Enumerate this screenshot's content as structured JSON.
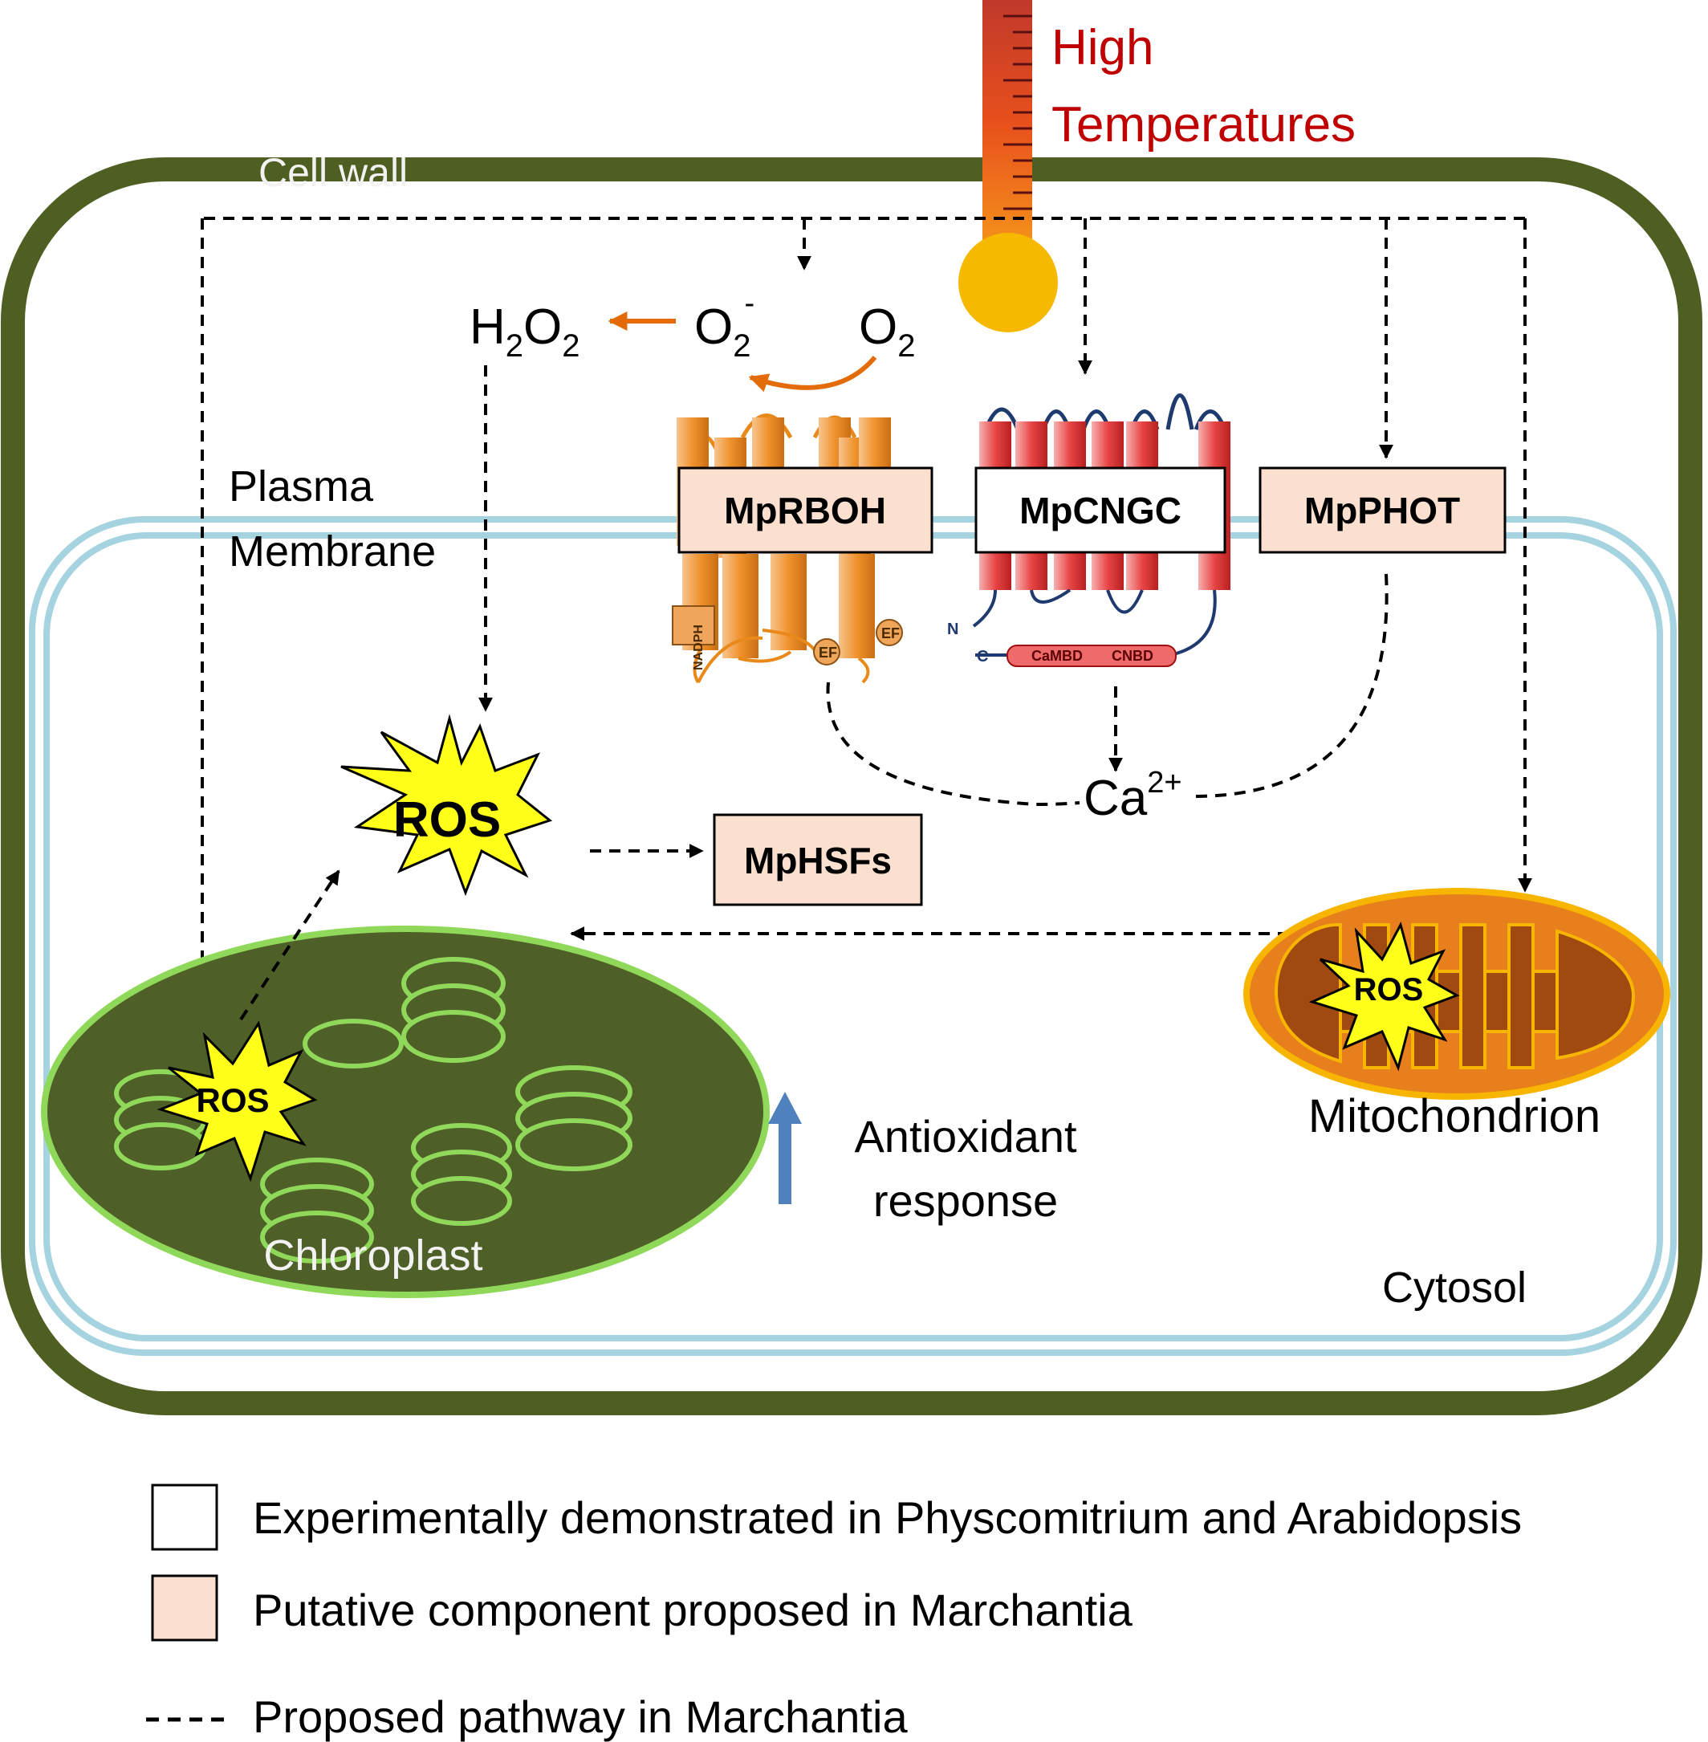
{
  "colors": {
    "cell_wall": "#4f5f22",
    "plasma_membrane": "#a5d3e0",
    "marchantia_fill": "#fbe0cf",
    "chloroplast_fill": "#4e5f27",
    "chloroplast_stroke": "#8fd85a",
    "ros_fill": "#ffff19",
    "mitochondrion_fill": "#e87f1d",
    "temperature_label": "#c00000",
    "antioxidant_arrow": "#4f82bd",
    "reaction_arrow": "#e36c09"
  },
  "stimulus": {
    "line1": "High",
    "line2": "Temperatures",
    "icon": "thermometer-icon"
  },
  "compartments": {
    "cell_wall": "Cell wall",
    "plasma_membrane_1": "Plasma",
    "plasma_membrane_2": "Membrane",
    "cytosol": "Cytosol",
    "chloroplast": "Chloroplast",
    "mitochondrion": "Mitochondrion"
  },
  "chemistry": {
    "h2o2_main": "H",
    "h2o2_sub1": "2",
    "h2o2_mid": "O",
    "h2o2_sub2": "2",
    "superoxide_main": "O",
    "superoxide_sub": "2",
    "superoxide_sup": "-",
    "oxygen_main": "O",
    "oxygen_sub": "2",
    "calcium_main": "Ca",
    "calcium_sup": "2+"
  },
  "proteins": {
    "rboh": "MpRBOH",
    "cngc": "MpCNGC",
    "phot": "MpPHOT",
    "hsfs": "MpHSFs"
  },
  "protein_details": {
    "nadph": "NADPH",
    "ef": "EF",
    "n_term": "N",
    "c_term": "C",
    "cambd": "CaMBD",
    "cnbd": "CNBD"
  },
  "ros": {
    "main": "ROS",
    "chloroplast": "ROS",
    "mitochondrion": "ROS"
  },
  "response": {
    "line1": "Antioxidant",
    "line2": "response"
  },
  "legend": [
    {
      "symbol": "white-box",
      "text": "Experimentally demonstrated in Physcomitrium and Arabidopsis"
    },
    {
      "symbol": "peach-box",
      "text": "Putative component proposed in Marchantia"
    },
    {
      "symbol": "dashed-line",
      "text": "Proposed pathway in Marchantia"
    }
  ]
}
